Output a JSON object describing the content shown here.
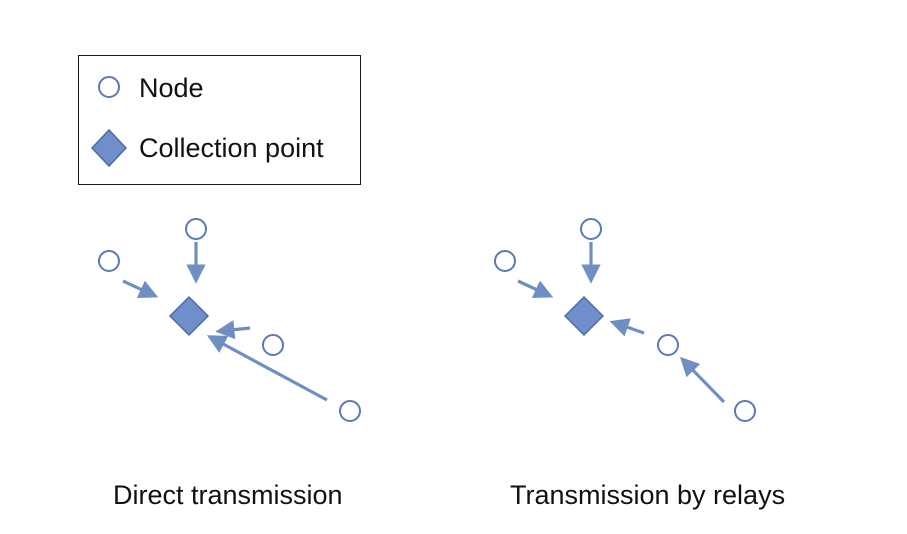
{
  "legend": {
    "node_label": "Node",
    "collection_point_label": "Collection point"
  },
  "panels": {
    "direct": {
      "caption": "Direct transmission"
    },
    "relays": {
      "caption": "Transmission by relays"
    }
  },
  "colors": {
    "arrow": "#6f8fc4",
    "node_stroke": "#5b7ab5",
    "node_fill": "#ffffff",
    "diamond_fill": "#6f8fcb",
    "diamond_stroke": "#4d6ba6"
  }
}
